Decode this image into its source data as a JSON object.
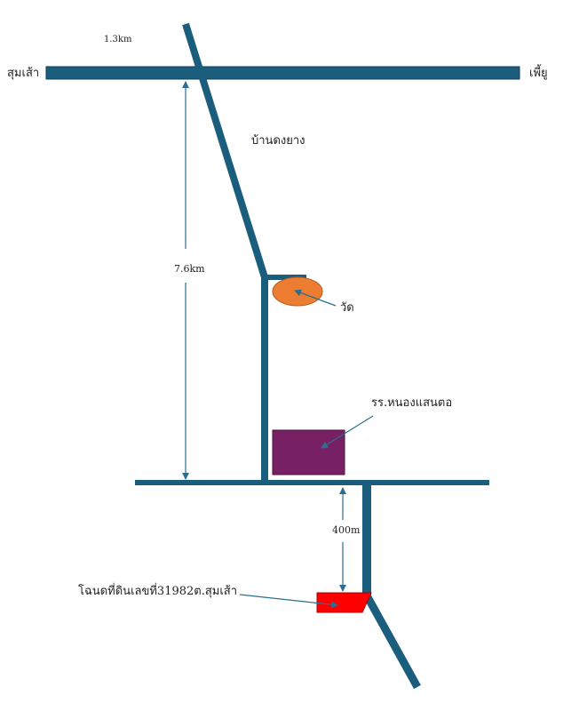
{
  "title": "Location sketch map",
  "labels": {
    "distance_top": "1.3km",
    "west_town": "สุมเส้า",
    "east_town": "เพี้ยู",
    "village": "บ้านดงยาง",
    "distance_vertical": "7.6km",
    "temple": "วัด",
    "school": "รร.หนองแสนตอ",
    "distance_bottom": "400m",
    "land_parcel": "โฉนดที่ดินเลขที่31982ต.สุมเส้า"
  },
  "colors": {
    "road": "#1a5d7c",
    "temple": "#ed7d31",
    "school": "#772063",
    "parcel": "#ff0000",
    "arrow": "#2a6f8f"
  }
}
